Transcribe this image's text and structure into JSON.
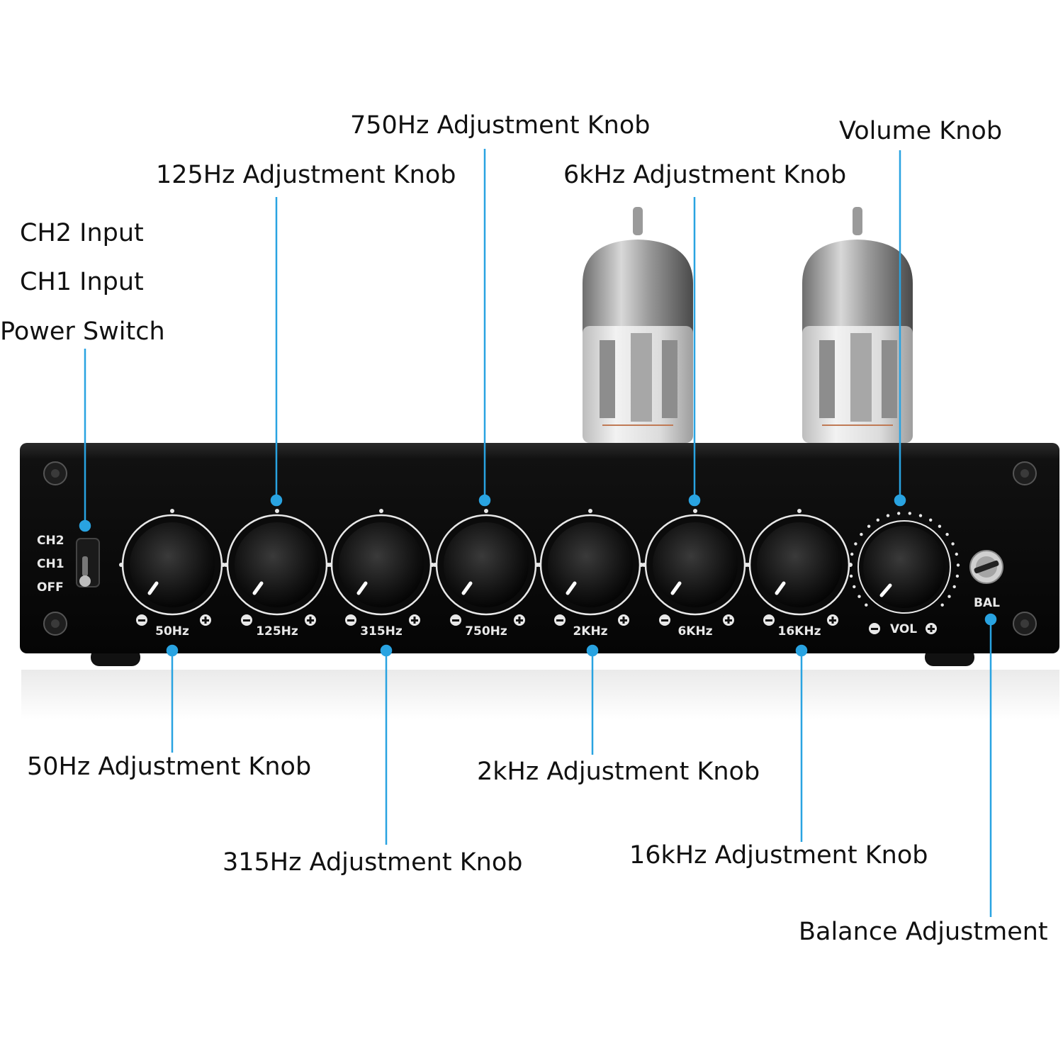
{
  "colors": {
    "leader_line": "#29a3e1",
    "panel": "#0e0e0e",
    "panel_text": "#e8e8e8",
    "background": "#ffffff"
  },
  "callouts": {
    "ch2_input": "CH2 Input",
    "ch1_input": "CH1 Input",
    "power_switch": "Power Switch",
    "knob_125hz": "125Hz Adjustment Knob",
    "knob_750hz": "750Hz Adjustment Knob",
    "knob_6khz": "6kHz Adjustment Knob",
    "volume_knob": "Volume Knob",
    "knob_50hz": "50Hz Adjustment Knob",
    "knob_315hz": "315Hz Adjustment Knob",
    "knob_2khz": "2kHz Adjustment Knob",
    "knob_16khz": "16kHz Adjustment Knob",
    "balance": "Balance Adjustment"
  },
  "panel": {
    "switch_labels": [
      "CH2",
      "CH1",
      "OFF"
    ],
    "knob_labels": [
      "50Hz",
      "125Hz",
      "315Hz",
      "750Hz",
      "2KHz",
      "6KHz",
      "16KHz"
    ],
    "vol_label": "VOL",
    "bal_label": "BAL",
    "minus_icon": "minus-icon",
    "plus_icon": "plus-icon"
  }
}
